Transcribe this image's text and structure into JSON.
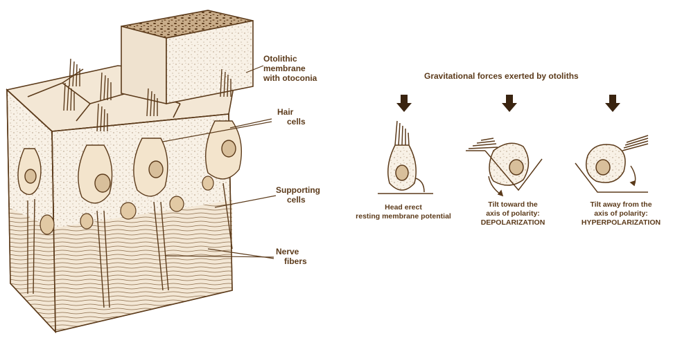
{
  "labels": {
    "otolithic_membrane": [
      "Otolithic",
      "membrane",
      "with otoconia"
    ],
    "hair_cells": [
      "Hair",
      "cells"
    ],
    "supporting_cells": [
      "Supporting",
      "cells"
    ],
    "nerve_fibers": [
      "Nerve",
      "fibers"
    ]
  },
  "gravity_title": "Gravitational forces exerted by otoliths",
  "panels": [
    {
      "lines": [
        "Head erect",
        "resting membrane potential"
      ]
    },
    {
      "lines": [
        "Tilt toward the",
        "axis of polarity:",
        "DEPOLARIZATION"
      ]
    },
    {
      "lines": [
        "Tilt away from the",
        "axis of polarity:",
        "HYPERPOLARIZATION"
      ]
    }
  ],
  "colors": {
    "ink": "#5b3a1a",
    "tissue": "#f7efe2",
    "shade": "#e8d6bd",
    "otoconia": "#7a5230"
  }
}
